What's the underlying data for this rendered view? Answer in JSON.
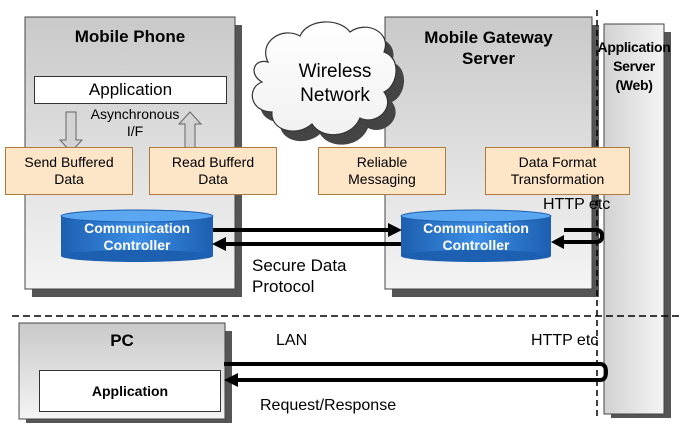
{
  "mobile_phone": {
    "title": "Mobile Phone",
    "app_label": "Application",
    "async_if": "Asynchronous\nI/F"
  },
  "cloud": {
    "label": "Wireless\nNetwork"
  },
  "gateway": {
    "title": "Mobile Gateway\nServer"
  },
  "app_server": {
    "title": "Application\nServer\n(Web)"
  },
  "boxes": {
    "send_buffered": "Send Buffered\nData",
    "read_buffered": "Read Bufferd\nData",
    "reliable_messaging": "Reliable\nMessaging",
    "data_format": "Data Format\nTransformation"
  },
  "controllers": {
    "phone": "Communication\nController",
    "gateway": "Communication\nController"
  },
  "labels": {
    "http_top": "HTTP etc",
    "secure_protocol": "Secure Data\nProtocol",
    "lan": "LAN",
    "http_bottom": "HTTP etc",
    "request_response": "Request/Response"
  },
  "pc": {
    "title": "PC",
    "app_label": "Application"
  }
}
